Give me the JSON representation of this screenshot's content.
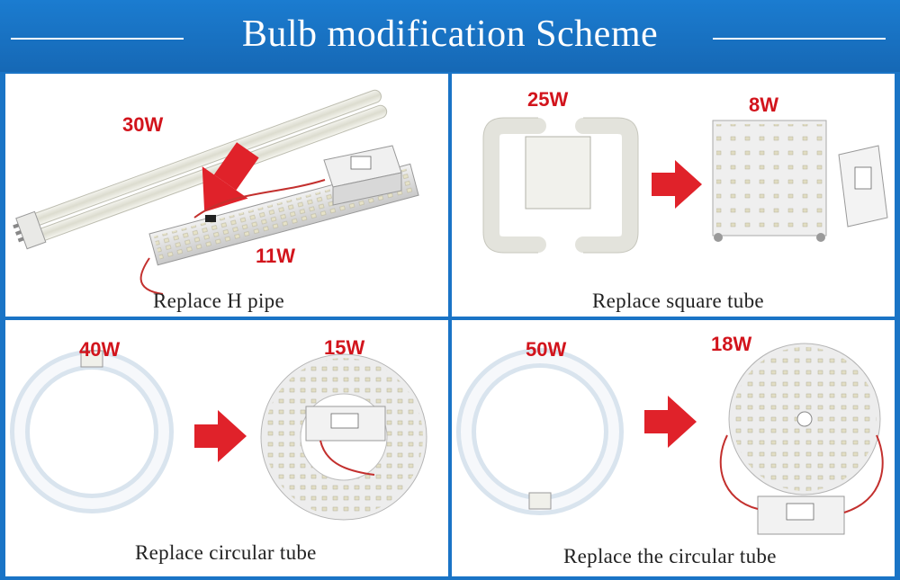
{
  "header": {
    "title": "Bulb modification Scheme"
  },
  "panels": [
    {
      "before_watt": "30W",
      "after_watt": "11W",
      "caption": "Replace H pipe"
    },
    {
      "before_watt": "25W",
      "after_watt": "8W",
      "caption": "Replace square tube"
    },
    {
      "before_watt": "40W",
      "after_watt": "15W",
      "caption": "Replace circular tube"
    },
    {
      "before_watt": "50W",
      "after_watt": "18W",
      "caption": "Replace the circular tube"
    }
  ],
  "colors": {
    "banner": "#1a74c6",
    "watt": "#d2141c",
    "arrow": "#e0222a"
  }
}
